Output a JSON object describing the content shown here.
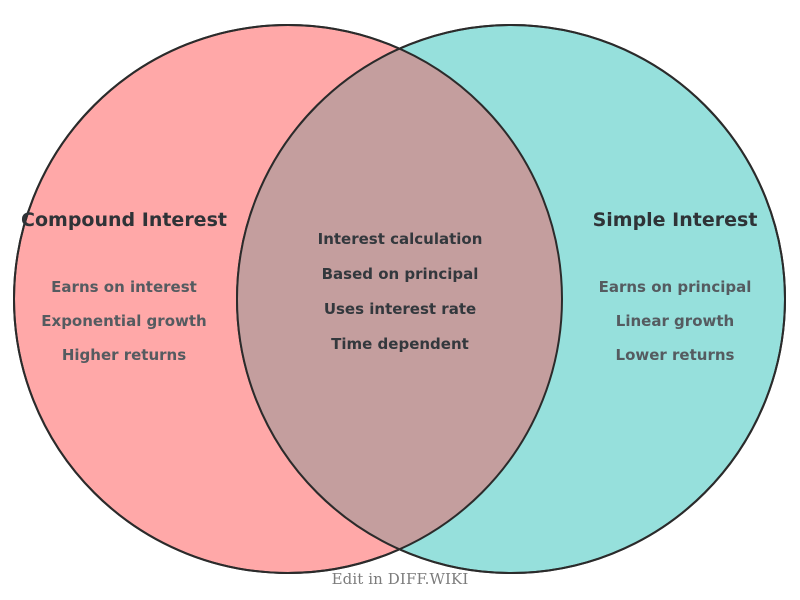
{
  "diagram": {
    "type": "venn",
    "background": "#ffffff",
    "stroke_color": "#2b2b2b",
    "left_set": {
      "title": "Compound Interest",
      "fill_color": "#ffa8a8",
      "items": [
        "Earns on interest",
        "Exponential growth",
        "Higher returns"
      ]
    },
    "right_set": {
      "title": "Simple Interest",
      "fill_color": "#96e0dc",
      "items": [
        "Earns on principal",
        "Linear growth",
        "Lower returns"
      ]
    },
    "intersection": {
      "fill_color": "#c49e9e",
      "items": [
        "Interest calculation",
        "Based on principal",
        "Uses interest rate",
        "Time dependent"
      ]
    }
  },
  "footer": {
    "edit_note": "Edit in DIFF.WIKI"
  }
}
